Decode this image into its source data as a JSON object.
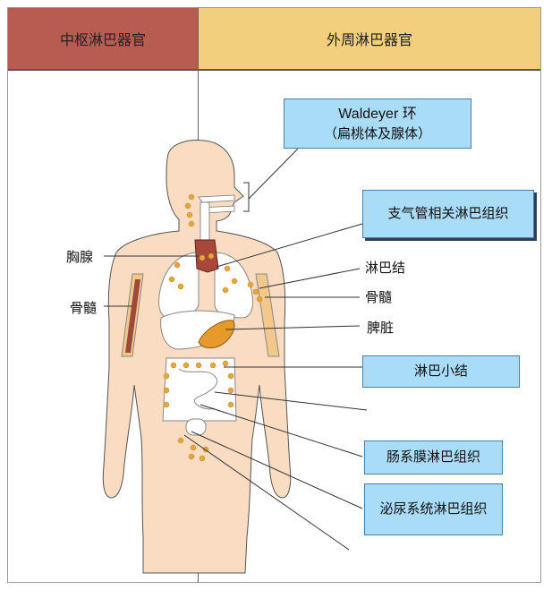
{
  "headers": {
    "central": "中枢淋巴器官",
    "peripheral": "外周淋巴器官"
  },
  "boxes": {
    "waldeyer_line1": "Waldeyer 环",
    "waldeyer_line2": "（扁桃体及腺体）",
    "balt": "支气管相关淋巴组织",
    "nodules": "淋巴小结",
    "galt": "肠系膜淋巴组织",
    "urogenital": "泌尿系统淋巴组织"
  },
  "labels": {
    "thymus": "胸腺",
    "bone_marrow_left": "骨髓",
    "lymph_node": "淋巴结",
    "bone_marrow_right": "骨髓",
    "spleen": "脾脏"
  },
  "colors": {
    "central_header": "#b85c52",
    "peripheral_header": "#f2cf7c",
    "box_fill": "#a9dcf6",
    "body_skin": "#f9dcc1",
    "lymph_node": "#e8a63a",
    "spleen": "#e79a2c",
    "bone": "#f4c88c",
    "central_bone_marrow": "#9c4a3c"
  }
}
